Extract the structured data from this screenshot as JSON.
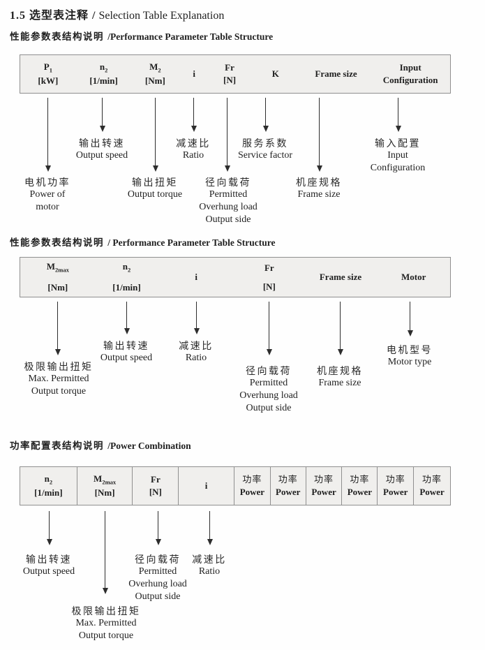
{
  "colors": {
    "table_background": "#f0efed",
    "table_border": "#8f8f8f",
    "text": "#1f1f1f"
  },
  "title": {
    "zh": "1.5 选型表注释 /",
    "en": " Selection Table Explanation"
  },
  "section1": {
    "heading": {
      "zh": "性能参数表结构说明 ",
      "en": "/Performance Parameter Table Structure"
    },
    "table_columns": [
      {
        "base": "P",
        "sub": "1",
        "unit": "[kW]"
      },
      {
        "base": "n",
        "sub": "2",
        "unit": "[1/min]"
      },
      {
        "base": "M",
        "sub": "2",
        "unit": "[Nm]"
      },
      {
        "base": "i"
      },
      {
        "base": "Fr",
        "unit": "[N]"
      },
      {
        "base": "K"
      },
      {
        "base": "Frame size"
      },
      {
        "base": "Input",
        "unit": "Configuration"
      }
    ],
    "labels": [
      {
        "zh": "电机功率",
        "en": [
          "Power of",
          "motor"
        ]
      },
      {
        "zh": "输出转速",
        "en": [
          "Output speed"
        ]
      },
      {
        "zh": "输出扭矩",
        "en": [
          "Output torque"
        ]
      },
      {
        "zh": "减速比",
        "en": [
          "Ratio"
        ]
      },
      {
        "zh": "径向载荷",
        "en": [
          "Permitted",
          "Overhung load",
          "Output side"
        ]
      },
      {
        "zh": "服务系数",
        "en": [
          "Service factor"
        ]
      },
      {
        "zh": "机座规格",
        "en": [
          "Frame size"
        ]
      },
      {
        "zh": "输入配置",
        "en": [
          "Input",
          "Configuration"
        ]
      }
    ]
  },
  "section2": {
    "heading": {
      "zh": "性能参数表结构说明 ",
      "en": "/ Performance Parameter Table Structure"
    },
    "table_columns": [
      {
        "base": "M",
        "sub": "2max",
        "unit": "[Nm]"
      },
      {
        "base": "n",
        "sub": "2",
        "unit": "[1/min]"
      },
      {
        "base": "i"
      },
      {
        "base": "Fr",
        "unit": "[N]"
      },
      {
        "base": "Frame size"
      },
      {
        "base": "Motor"
      }
    ],
    "labels": [
      {
        "zh": "极限输出扭矩",
        "en": [
          "Max. Permitted",
          "Output torque"
        ]
      },
      {
        "zh": "输出转速",
        "en": [
          "Output speed"
        ]
      },
      {
        "zh": "减速比",
        "en": [
          "Ratio"
        ]
      },
      {
        "zh": "径向载荷",
        "en": [
          "Permitted",
          "Overhung load",
          "Output side"
        ]
      },
      {
        "zh": "机座规格",
        "en": [
          "Frame size"
        ]
      },
      {
        "zh": "电机型号",
        "en": [
          "Motor type"
        ]
      }
    ]
  },
  "section3": {
    "heading": {
      "zh": "功率配置表结构说明 ",
      "en": "/Power Combination"
    },
    "table_columns": [
      {
        "base": "n",
        "sub": "2",
        "unit": "[1/min]"
      },
      {
        "base": "M",
        "sub": "2max",
        "unit": "[Nm]"
      },
      {
        "base": "Fr",
        "unit": "[N]"
      },
      {
        "base": "i"
      },
      {
        "base": "功率",
        "unit": "Power"
      },
      {
        "base": "功率",
        "unit": "Power"
      },
      {
        "base": "功率",
        "unit": "Power"
      },
      {
        "base": "功率",
        "unit": "Power"
      },
      {
        "base": "功率",
        "unit": "Power"
      },
      {
        "base": "功率",
        "unit": "Power"
      }
    ],
    "labels": [
      {
        "zh": "输出转速",
        "en": [
          "Output speed"
        ]
      },
      {
        "zh": "极限输出扭矩",
        "en": [
          "Max. Permitted",
          "Output torque"
        ]
      },
      {
        "zh": "径向载荷",
        "en": [
          "Permitted",
          "Overhung load",
          "Output side"
        ]
      },
      {
        "zh": "减速比",
        "en": [
          "Ratio"
        ]
      }
    ]
  }
}
